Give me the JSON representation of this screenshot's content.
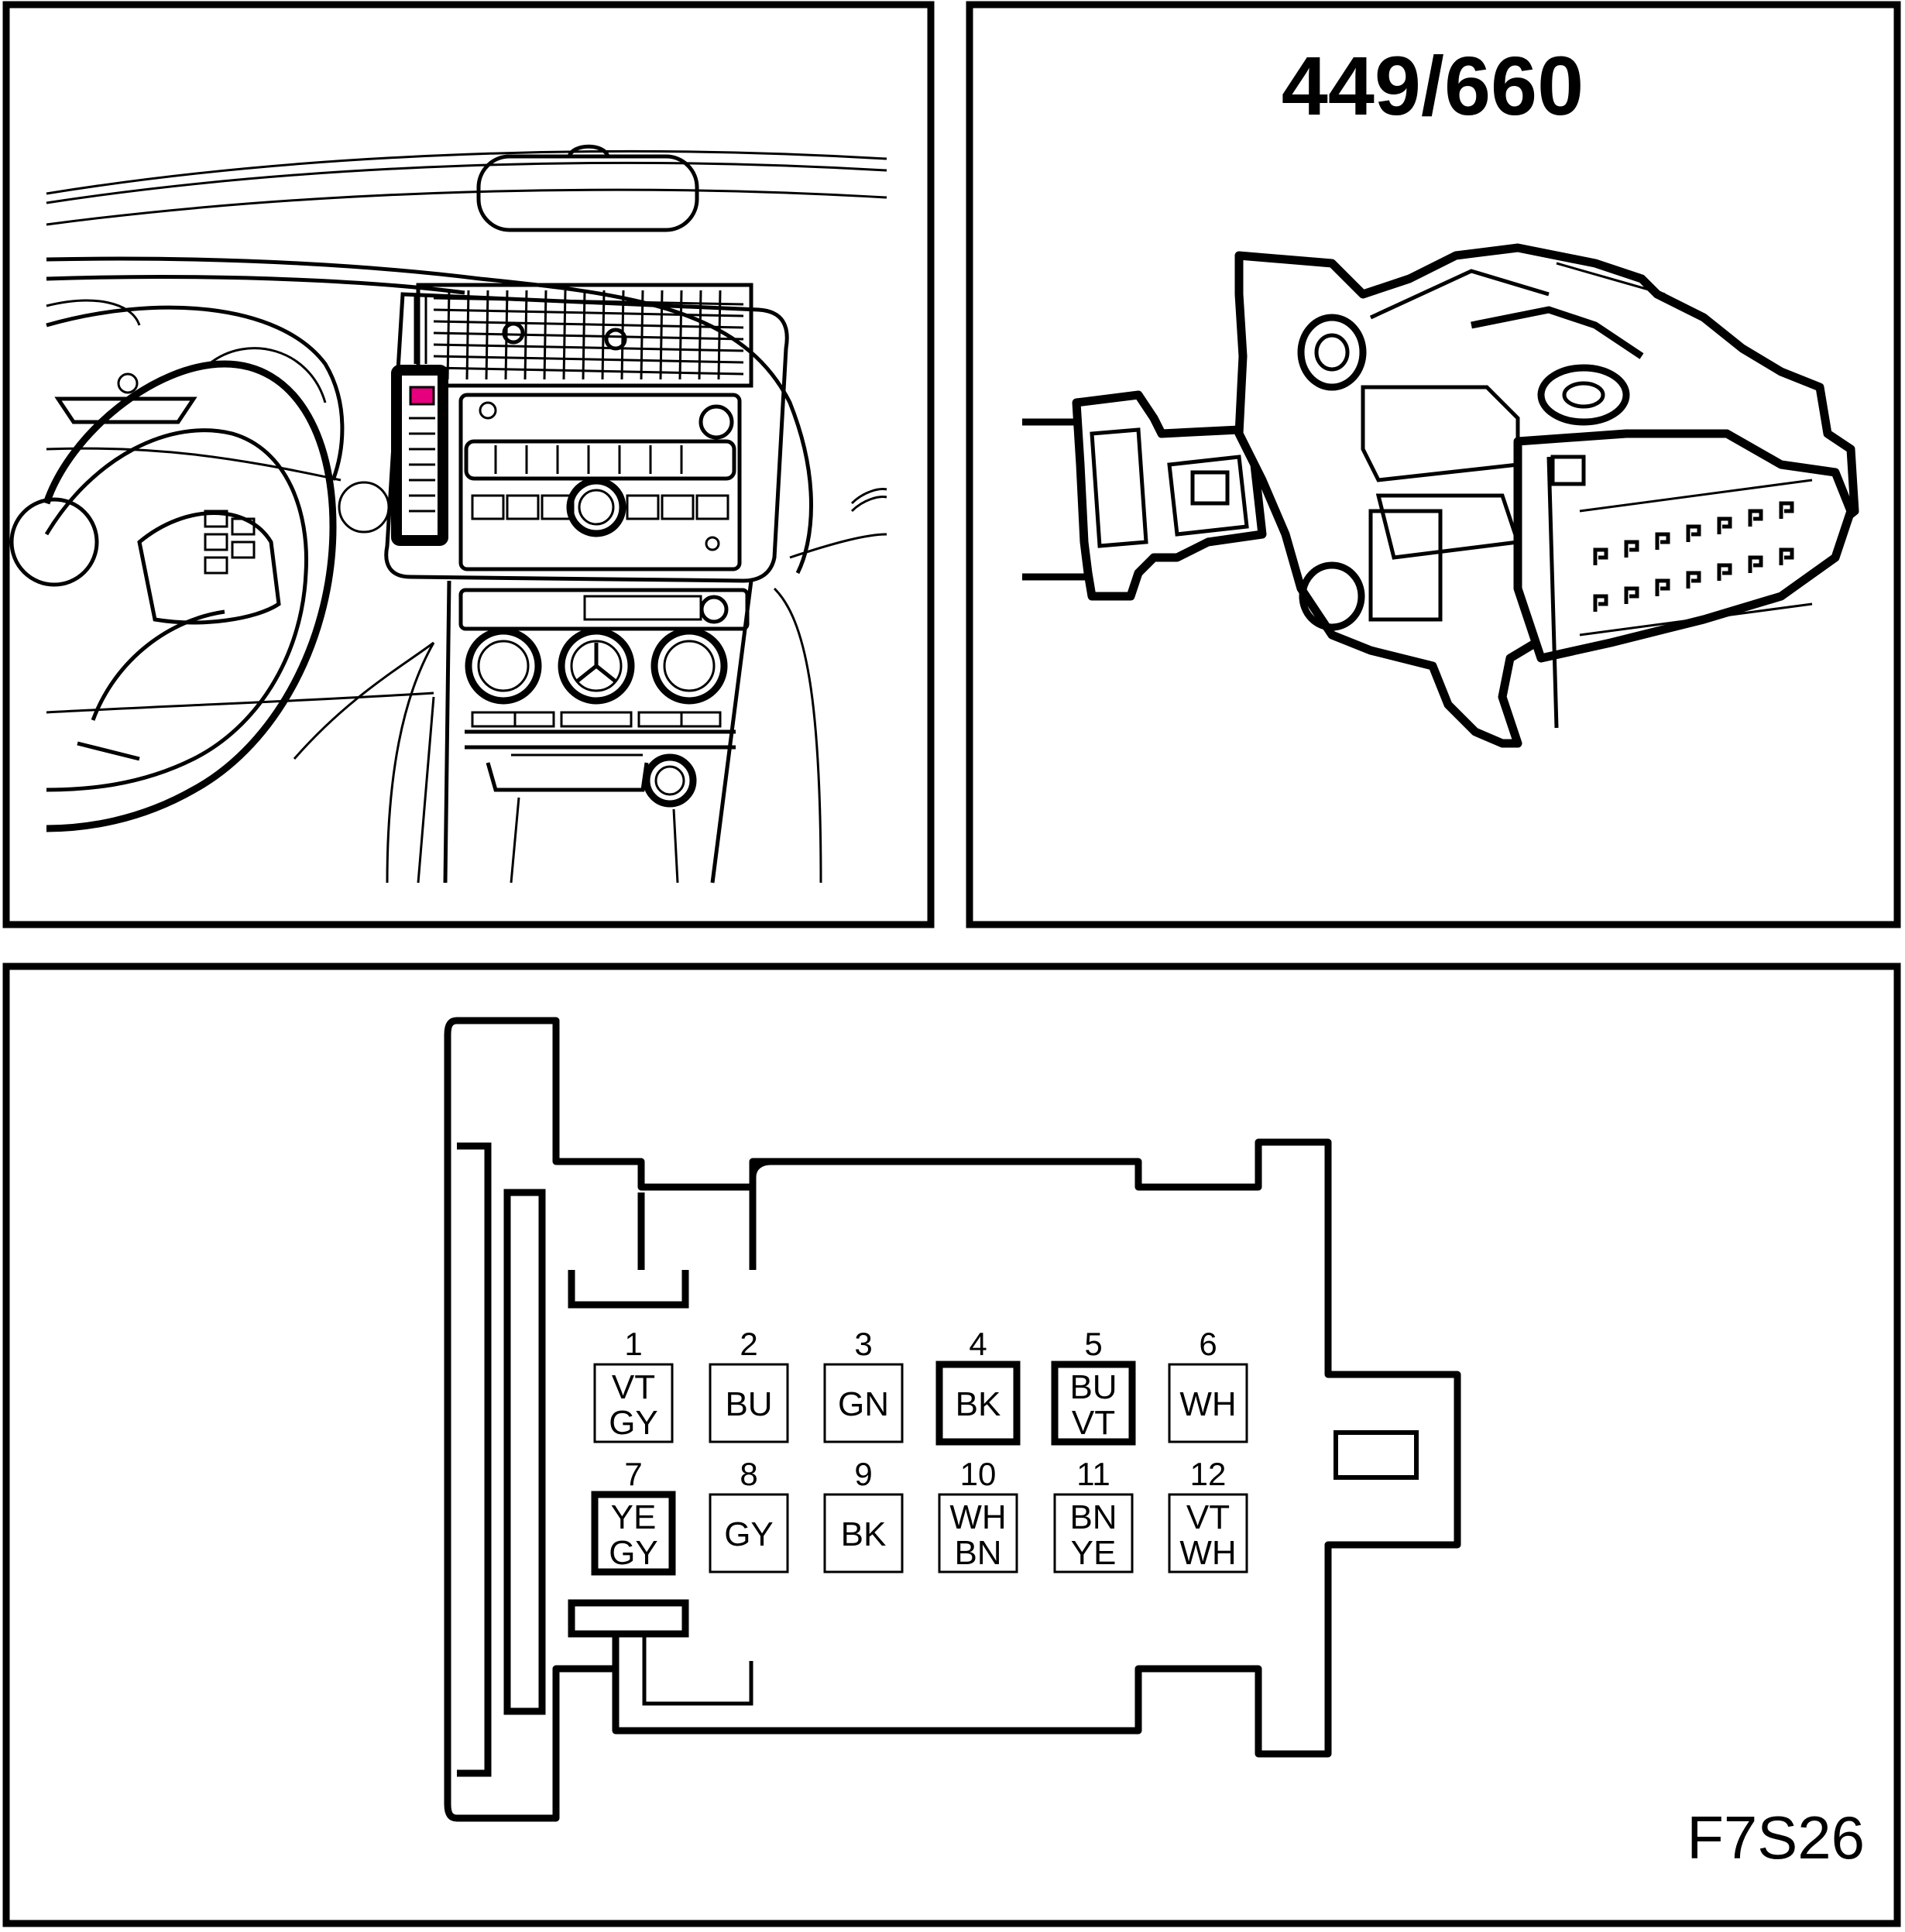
{
  "connector_number": "449/660",
  "figure_code": "F7S26",
  "highlight_color": "#e6007e",
  "pins": [
    {
      "number": "1",
      "colors": [
        "VT",
        "GY"
      ],
      "emphasized": false
    },
    {
      "number": "2",
      "colors": [
        "BU"
      ],
      "emphasized": false
    },
    {
      "number": "3",
      "colors": [
        "GN"
      ],
      "emphasized": false
    },
    {
      "number": "4",
      "colors": [
        "BK"
      ],
      "emphasized": true
    },
    {
      "number": "5",
      "colors": [
        "BU",
        "VT"
      ],
      "emphasized": true
    },
    {
      "number": "6",
      "colors": [
        "WH"
      ],
      "emphasized": false
    },
    {
      "number": "7",
      "colors": [
        "YE",
        "GY"
      ],
      "emphasized": true
    },
    {
      "number": "8",
      "colors": [
        "GY"
      ],
      "emphasized": false
    },
    {
      "number": "9",
      "colors": [
        "BK"
      ],
      "emphasized": false
    },
    {
      "number": "10",
      "colors": [
        "WH",
        "BN"
      ],
      "emphasized": false
    },
    {
      "number": "11",
      "colors": [
        "BN",
        "YE"
      ],
      "emphasized": false
    },
    {
      "number": "12",
      "colors": [
        "VT",
        "WH"
      ],
      "emphasized": false
    }
  ]
}
